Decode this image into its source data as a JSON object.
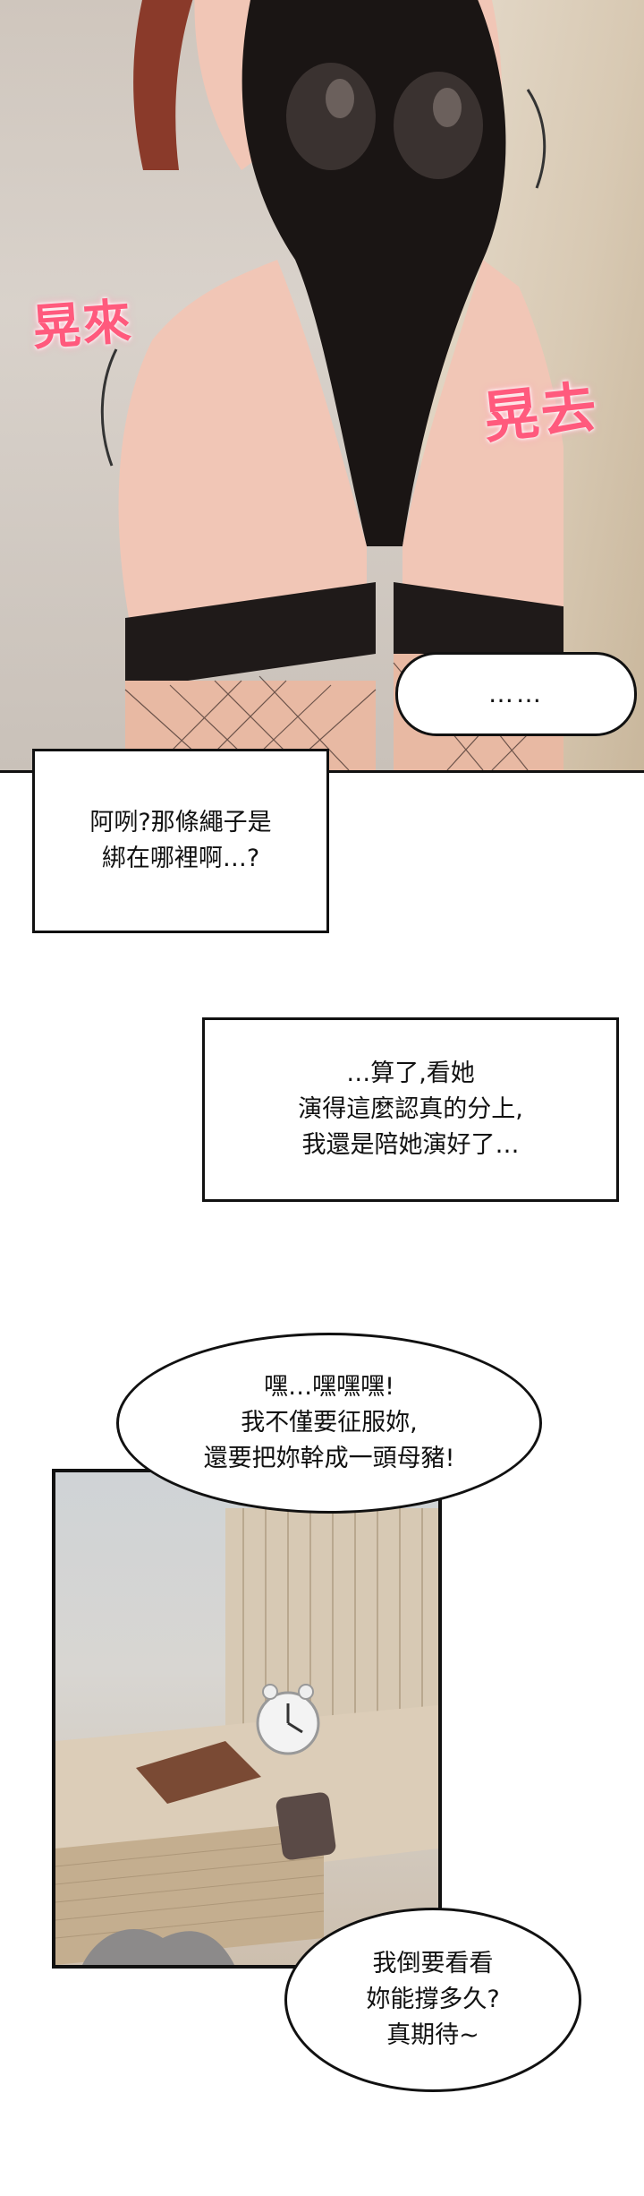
{
  "sound_effects": {
    "left": "晃來",
    "right": "晃去"
  },
  "speech": {
    "dots": "……",
    "bubble_1": "嘿…嘿嘿嘿!\n我不僅要征服妳,\n還要把妳幹成一頭母豬!",
    "bubble_2": "我倒要看看\n妳能撐多久?\n真期待~"
  },
  "captions": {
    "caption_1": "阿咧?那條繩子是\n綁在哪裡啊…?",
    "caption_2": "…算了,看她\n演得這麼認真的分上,\n我還是陪她演好了…"
  },
  "colors": {
    "sfx": "#ff5a7d",
    "outfit": "#1a1514",
    "skin": "#f1c6b6",
    "hair": "#8a3a2a"
  }
}
